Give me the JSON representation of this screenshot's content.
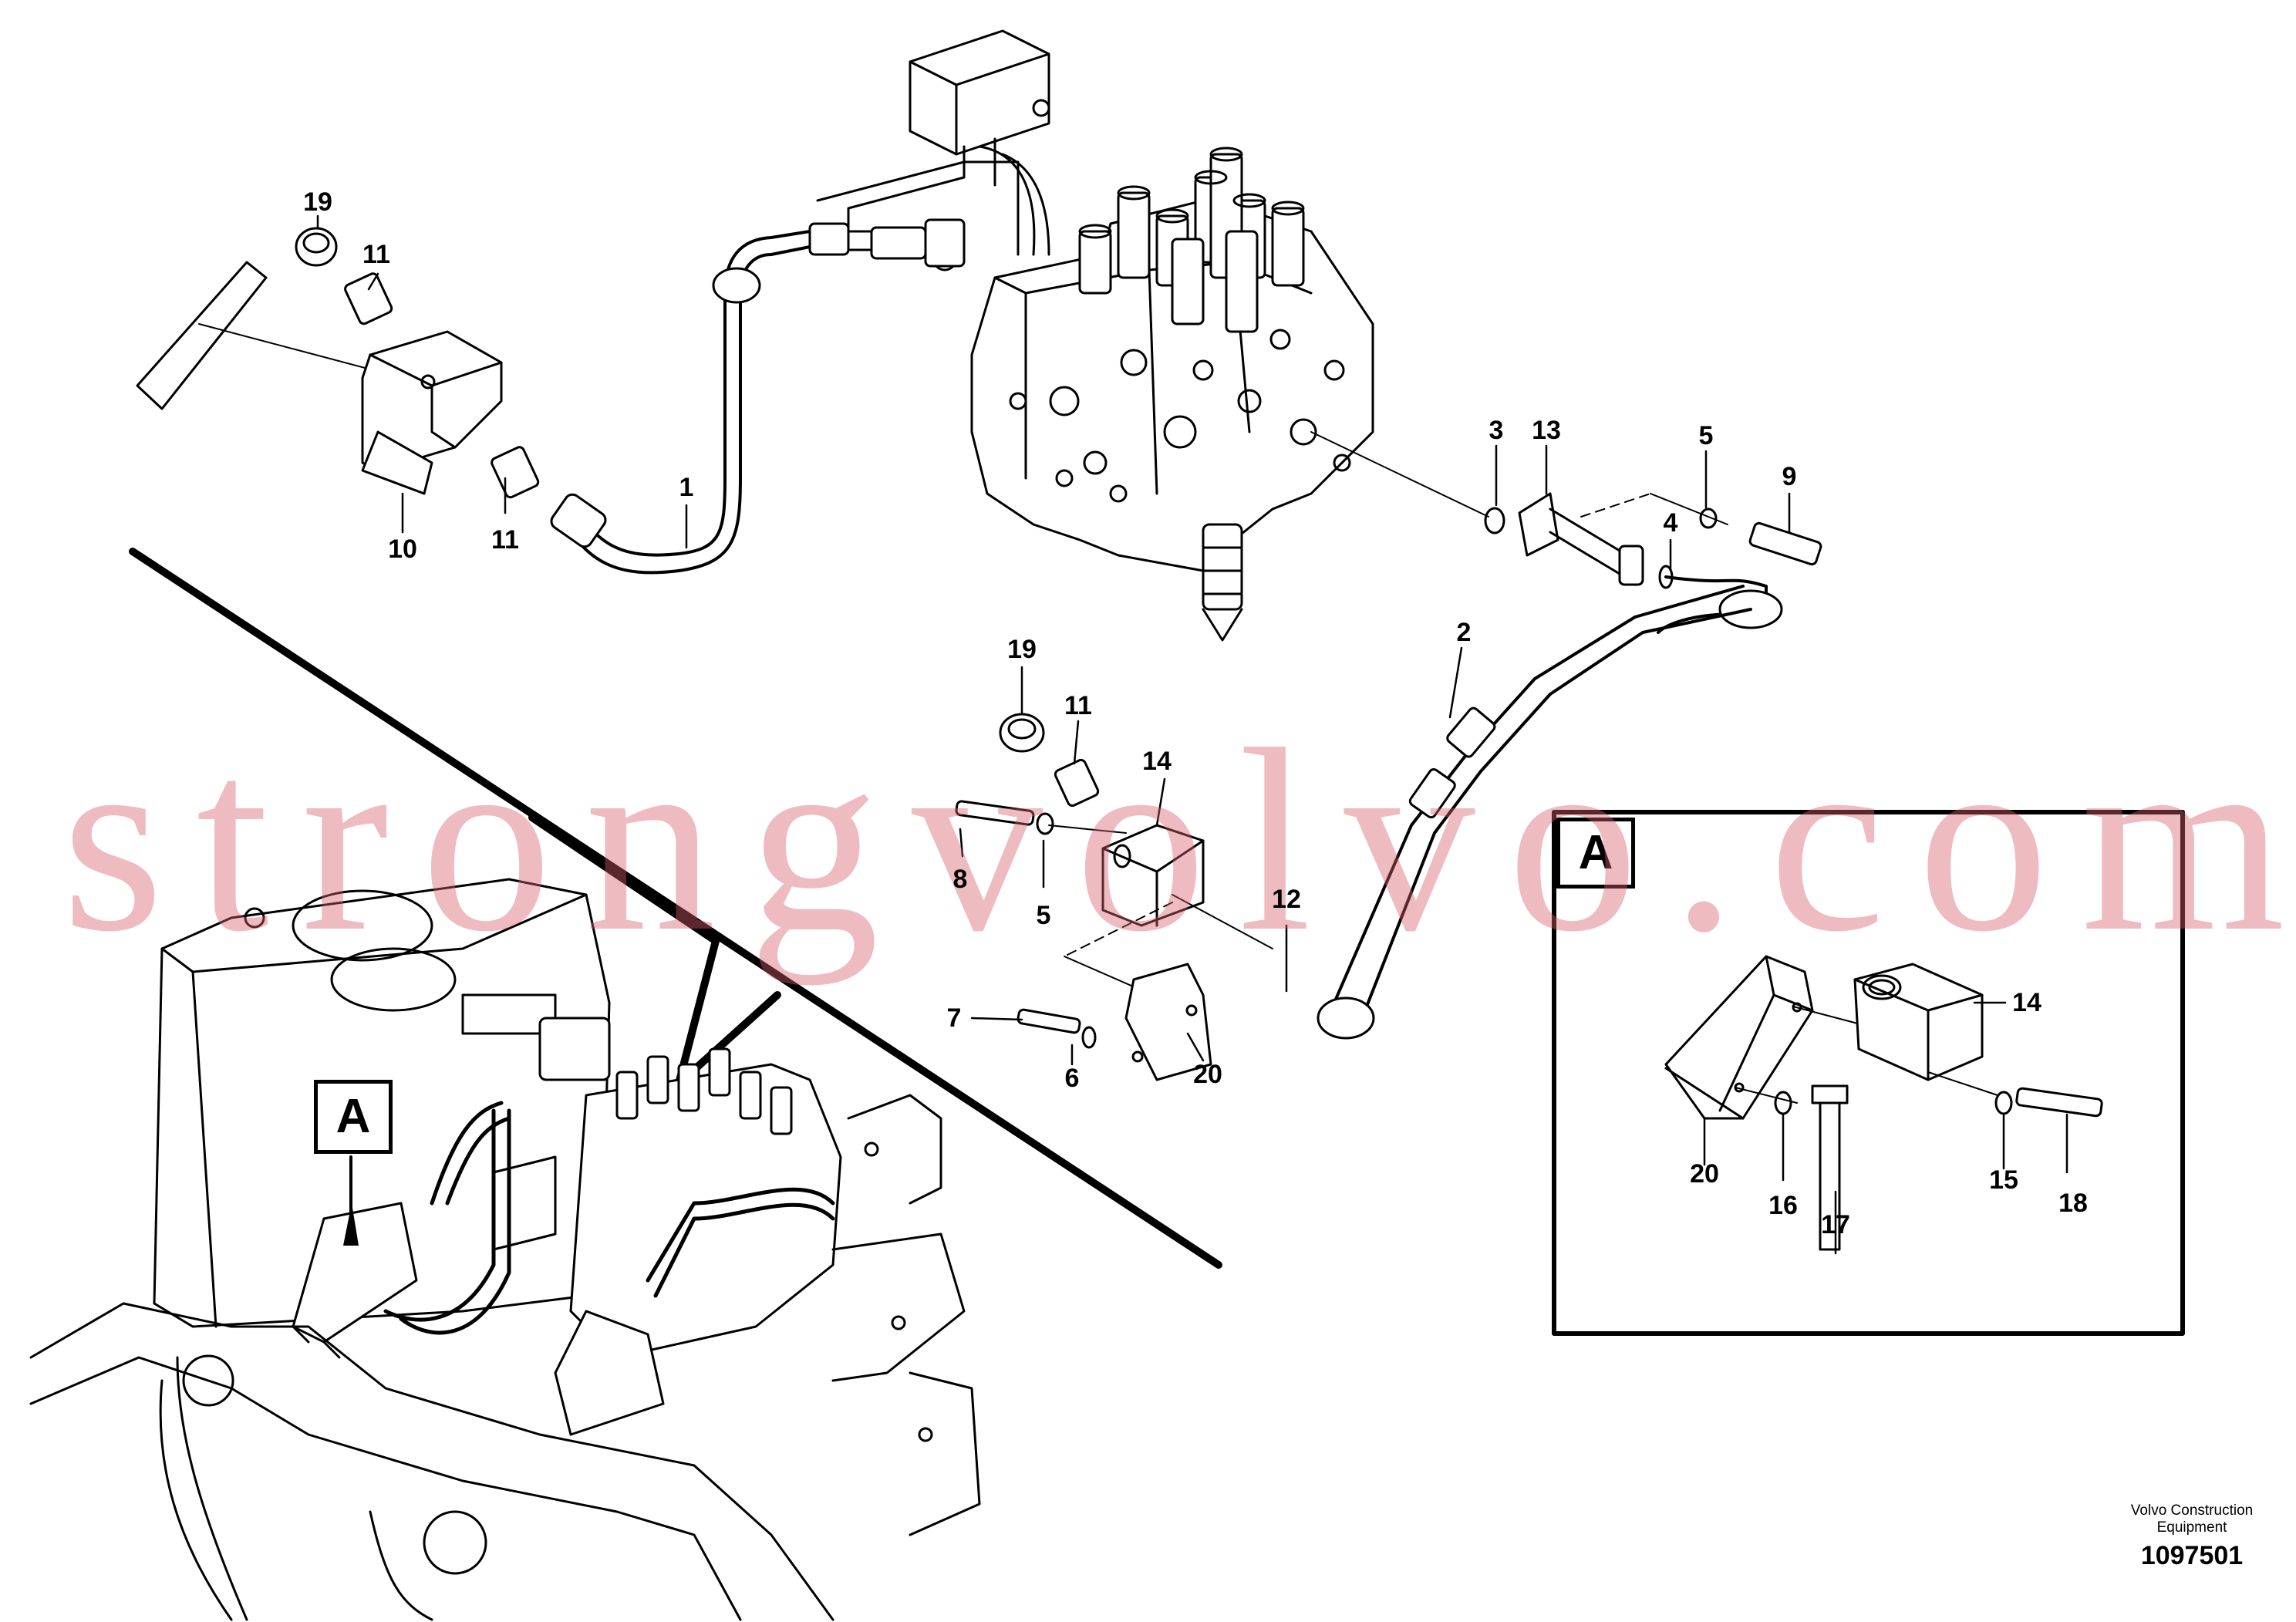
{
  "callouts": {
    "c19a": "19",
    "c11a": "11",
    "c10": "10",
    "c11b": "11",
    "c1": "1",
    "c3": "3",
    "c13": "13",
    "c5a": "5",
    "c9": "9",
    "c4": "4",
    "c2": "2",
    "c19b": "19",
    "c11c": "11",
    "c14a": "14",
    "c8": "8",
    "c5b": "5",
    "c12": "12",
    "c7": "7",
    "c6": "6",
    "c20a": "20",
    "c14b": "14",
    "c20b": "20",
    "c16": "16",
    "c17": "17",
    "c15": "15",
    "c18": "18"
  },
  "detail_letters": {
    "overview": "A",
    "inset": "A"
  },
  "watermark": "strongvolvo.com",
  "footer": {
    "publisher": "Volvo Construction Equipment",
    "document_number": "1097501"
  },
  "colors": {
    "linework": "#000000",
    "watermark": "#d65c68"
  }
}
